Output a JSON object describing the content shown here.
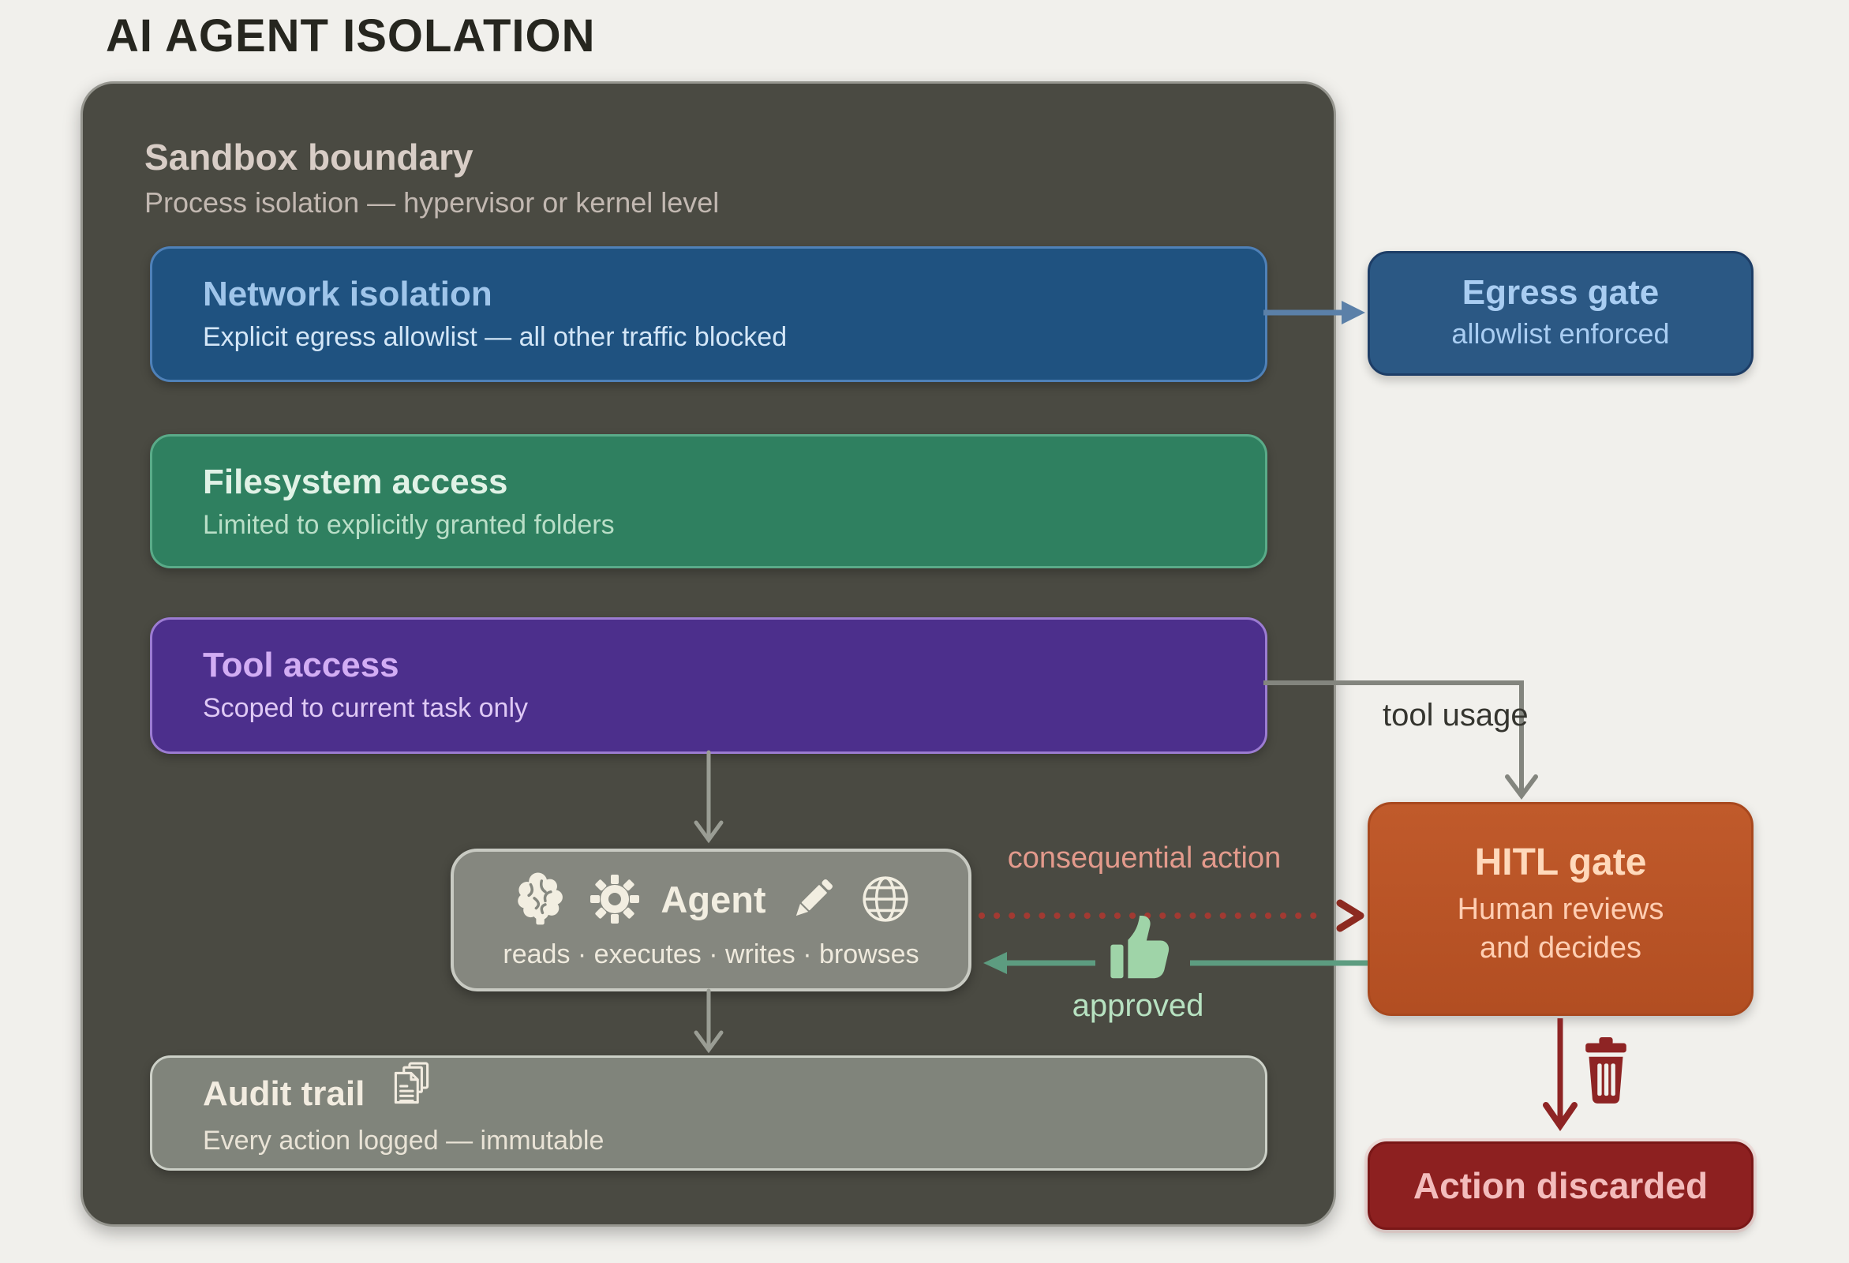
{
  "title": "AI AGENT ISOLATION",
  "sandbox": {
    "heading": "Sandbox boundary",
    "subheading": "Process isolation — hypervisor or kernel level",
    "layers": [
      {
        "id": "network",
        "title": "Network isolation",
        "subtitle": "Explicit egress allowlist — all other traffic blocked"
      },
      {
        "id": "filesystem",
        "title": "Filesystem access",
        "subtitle": "Limited to explicitly granted folders"
      },
      {
        "id": "tool",
        "title": "Tool access",
        "subtitle": "Scoped to current task only"
      }
    ],
    "agent": {
      "title": "Agent",
      "capabilities": "reads · executes · writes · browses",
      "icons": [
        "brain-icon",
        "gear-icon",
        "pencil-icon",
        "globe-icon"
      ]
    },
    "audit": {
      "title": "Audit trail",
      "subtitle": "Every action logged — immutable",
      "icon": "documents-icon"
    }
  },
  "outside": {
    "egress_gate": {
      "title": "Egress gate",
      "subtitle": "allowlist enforced"
    },
    "hitl_gate": {
      "title": "HITL gate",
      "subtitle_line1": "Human reviews",
      "subtitle_line2": "and decides"
    },
    "action_discarded": {
      "title": "Action discarded"
    }
  },
  "labels": {
    "tool_usage": "tool usage",
    "consequential_action": "consequential action",
    "approved": "approved"
  },
  "flow_icons": {
    "approved": "thumbs-up-icon",
    "discard": "trash-icon"
  },
  "colors": {
    "page_bg": "#f1f0ec",
    "sandbox_bg": "#4a4a42",
    "network_bg": "#1f5280",
    "filesystem_bg": "#2f8060",
    "tool_bg": "#4c2f8c",
    "agent_bg": "#85877f",
    "audit_bg": "#80847b",
    "egress_bg": "#2b5884",
    "hitl_bg": "#c05a2b",
    "action_bg": "#8d2020",
    "arrow_gray": "#9a9d94",
    "arrow_steel_blue": "#5b80a8",
    "arrow_red_dotted": "#a23a32",
    "arrow_green": "#5d9c80",
    "arrow_dark_red": "#8e2424"
  }
}
